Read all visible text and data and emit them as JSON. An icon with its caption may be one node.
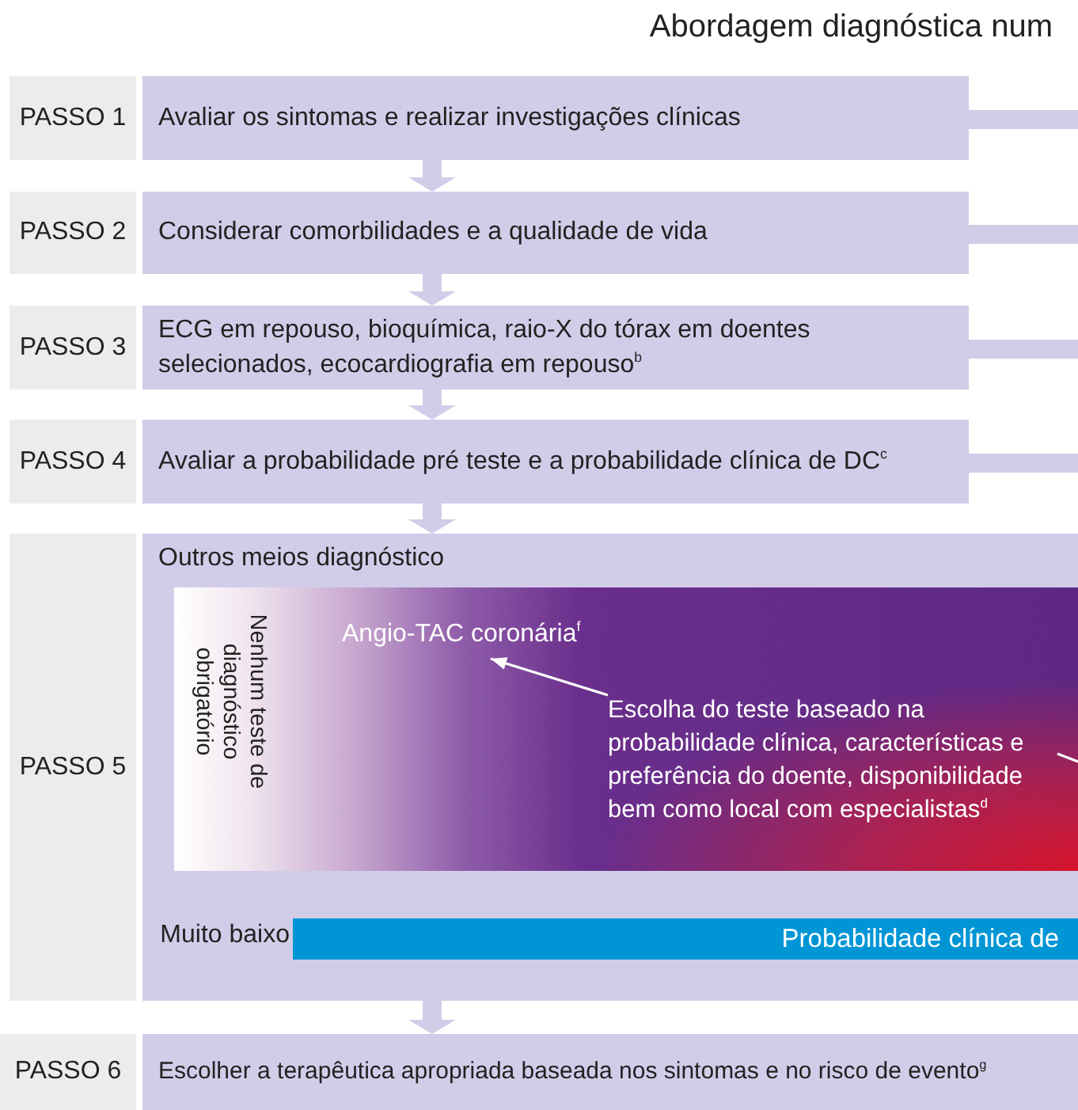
{
  "diagram": {
    "title": "Abordagem diagnóstica num",
    "nodes": [
      {
        "text": [
          "PASSO 1"
        ]
      },
      {
        "text": [
          "Avaliar os sintomas e realizar investigações clínicas"
        ]
      },
      {
        "text": [
          "PASSO 2"
        ]
      },
      {
        "text": [
          "Considerar comorbilidades e a qualidade de vida"
        ]
      },
      {
        "text": [
          "PASSO 3"
        ]
      },
      {
        "text": [
          "ECG em repouso, bioquímica, raio-X do tórax em doentes selecionados, ecocardiografia em repouso$^{b}$"
        ]
      },
      {
        "text": [
          "PASSO 4"
        ]
      },
      {
        "text": [
          "Avaliar a probabilidade pré teste e a probabilidade clínica de DC$^{c}$"
        ]
      },
      {
        "text": [
          "PASSO 5"
        ]
      },
      {
        "text": [
          "Outros meios diagnóstico"
        ]
      },
      {
        "text": [],
        "shape": "box",
        "in": 9
      },
      {
        "text": [
          "Angio-TAC coronária$^{f}$"
        ],
        "in": 10
      },
      {
        "text": [
          "Escolha do teste baseado na probabilidade clínica, características e preferência do doente, disponibilidade bem como local com especialistas$^{d}$"
        ],
        "in": 10
      },
      {
        "text": [
          "Probabilidade clínica de"
        ],
        "in": 9,
        "beside": [
          "Muito baixo"
        ]
      },
      {
        "text": [
          "PASSO 6"
        ]
      },
      {
        "text": [
          "Escolher a terapêutica apropriada baseada nos sintomas e no risco de evento$^{g}$"
        ]
      }
    ],
    "edges": [
      {
        "from": 1,
        "to": 3,
        "arrow": "to"
      },
      {
        "from": 3,
        "to": 5,
        "arrow": "to"
      },
      {
        "from": 5,
        "to": 7,
        "arrow": "to"
      },
      {
        "from": 7,
        "to": 9,
        "arrow": "to"
      },
      {
        "from": 9,
        "to": 15,
        "arrow": "to"
      },
      {
        "from": 1,
        "to": null,
        "arrow": "none"
      },
      {
        "from": 3,
        "to": null,
        "arrow": "none"
      },
      {
        "from": 5,
        "to": null,
        "arrow": "none"
      },
      {
        "from": 7,
        "to": null,
        "arrow": "none"
      },
      {
        "from": 12,
        "to": 11,
        "arrow": "to",
        "color": "#ffffff"
      },
      {
        "from": 12,
        "to": null,
        "arrow": "none",
        "color": "#ffffff"
      }
    ],
    "labels": [
      "Nenhum teste de diagnóstico obrigatório"
    ]
  }
}
